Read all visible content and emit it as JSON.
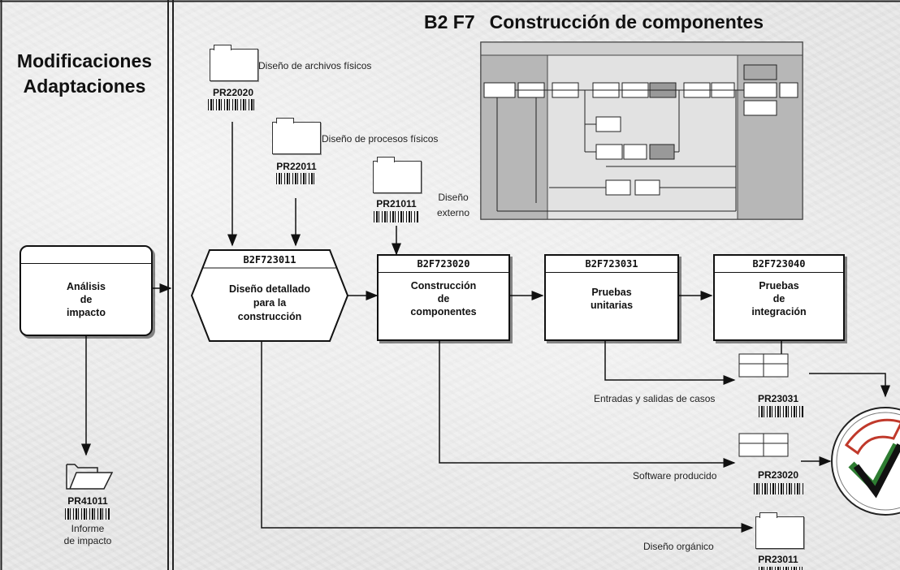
{
  "left_panel": {
    "title_line1": "Modificaciones",
    "title_line2": "Adaptaciones",
    "process": {
      "label_lines": [
        "Análisis",
        "de",
        "impacto"
      ]
    },
    "output_doc": {
      "code": "PR41011",
      "label_lines": [
        "Informe",
        "de impacto"
      ]
    }
  },
  "main": {
    "title_code": "B2 F7",
    "title_text": "Construcción de componentes",
    "input_docs": [
      {
        "code": "PR22020",
        "label": "Diseño de archivos físicos"
      },
      {
        "code": "PR22011",
        "label": "Diseño de procesos físicos"
      },
      {
        "code": "PR21011",
        "label_lines": [
          "Diseño",
          "externo"
        ]
      }
    ],
    "processes": [
      {
        "code": "B2F723011",
        "label_lines": [
          "Diseño detallado",
          "para la",
          "construcción"
        ]
      },
      {
        "code": "B2F723020",
        "label_lines": [
          "Construcción",
          "de",
          "componentes"
        ]
      },
      {
        "code": "B2F723031",
        "label_lines": [
          "Pruebas",
          "unitarias"
        ]
      },
      {
        "code": "B2F723040",
        "label_lines": [
          "Pruebas",
          "de",
          "integración"
        ]
      }
    ],
    "outputs": [
      {
        "code": "PR23031",
        "label": "Entradas y salidas de casos"
      },
      {
        "code": "PR23020",
        "label": "Software producido"
      },
      {
        "code": "PR23011",
        "label": "Diseño orgánico"
      }
    ]
  },
  "colors": {
    "line": "#111111",
    "mini_gray": "#a9a9a9",
    "check_red": "#c0392b",
    "check_green": "#2e7d32"
  }
}
